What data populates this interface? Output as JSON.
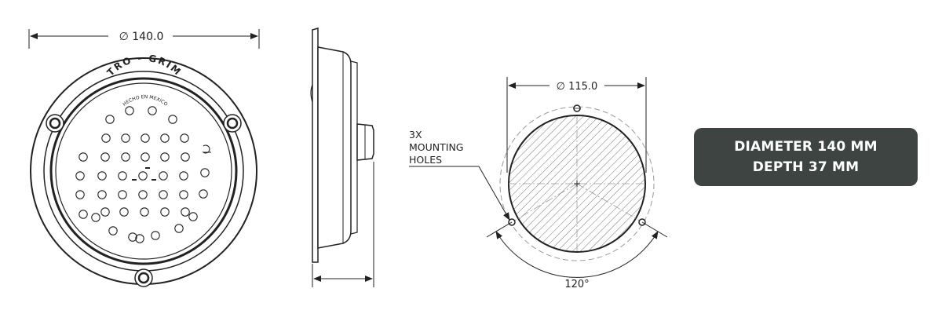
{
  "front_view": {
    "diameter_label": "∅ 140.0",
    "brand_text": "TRO - GRIM",
    "made_in_text": "HECHO EN MEXICO"
  },
  "mounting_view": {
    "diameter_label": "∅ 115.0",
    "callout_line1": "3X",
    "callout_line2": "MOUNTING",
    "callout_line3": "HOLES",
    "angle_label": "120°"
  },
  "spec_card": {
    "line1": "DIAMETER 140 MM",
    "line2": "DEPTH 37 MM"
  },
  "colors": {
    "line": "#222222",
    "card_bg": "#3d4442",
    "card_text": "#ffffff",
    "dashed": "#999999"
  }
}
